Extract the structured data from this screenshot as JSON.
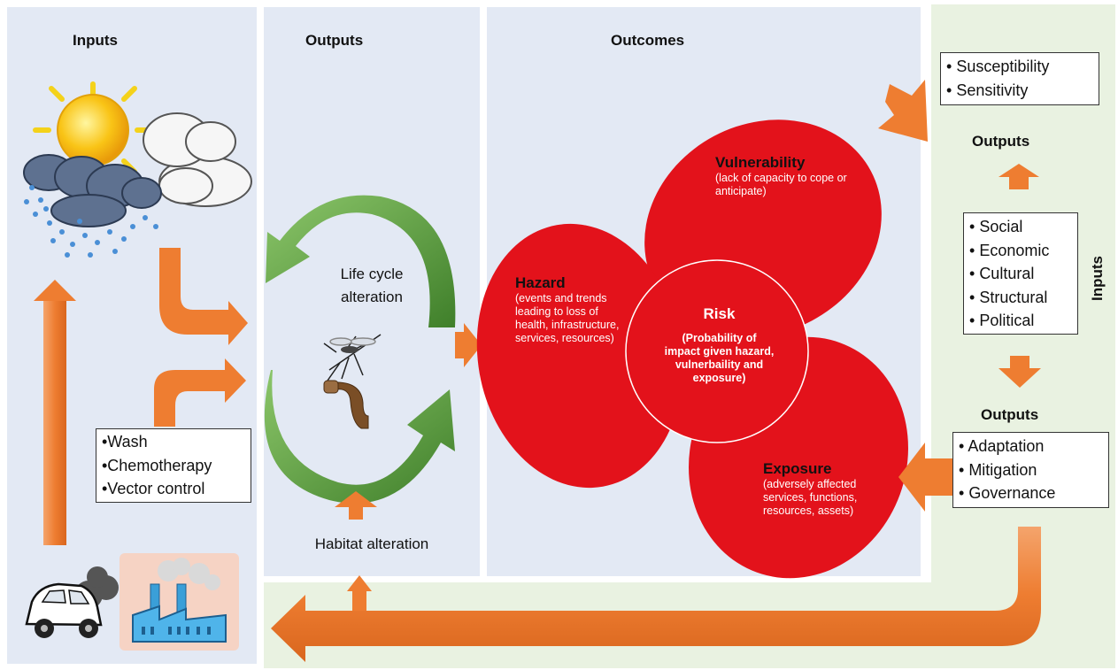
{
  "panels": {
    "inputs_left": {
      "heading": "Inputs"
    },
    "outputs_mid": {
      "heading": "Outputs"
    },
    "outcomes": {
      "heading": "Outcomes"
    }
  },
  "interventions": [
    "•Wash",
    "•Chemotherapy",
    "•Vector control"
  ],
  "life_cycle_label": "Life cycle alteration",
  "habitat_label": "Habitat alteration",
  "circles": {
    "vulnerability": {
      "title": "Vulnerability",
      "desc": "(lack of capacity to cope or anticipate)"
    },
    "hazard": {
      "title": "Hazard",
      "desc": "(events and trends leading to loss of health, infrastructure, services, resources)"
    },
    "risk": {
      "title": "Risk",
      "desc": "(Probability of impact given hazard, vulnerbaility and exposure)"
    },
    "exposure": {
      "title": "Exposure",
      "desc": "(adversely affected services, functions, resources, assets)"
    }
  },
  "right": {
    "susceptibility": [
      "Susceptibility",
      "Sensitivity"
    ],
    "outputs_top": "Outputs",
    "factors": [
      "Social",
      "Economic",
      "Cultural",
      "Structural",
      "Political"
    ],
    "inputs_vertical": "Inputs",
    "outputs_bottom": "Outputs",
    "responses": [
      "Adaptation",
      "Mitigation",
      "Governance"
    ]
  },
  "colors": {
    "panel_blue": "#e3e9f4",
    "panel_green": "#e9f2e1",
    "arrow_orange": "#ee7d31",
    "circle_red": "#e3121b",
    "cycle_green": "#5e9a3a"
  }
}
